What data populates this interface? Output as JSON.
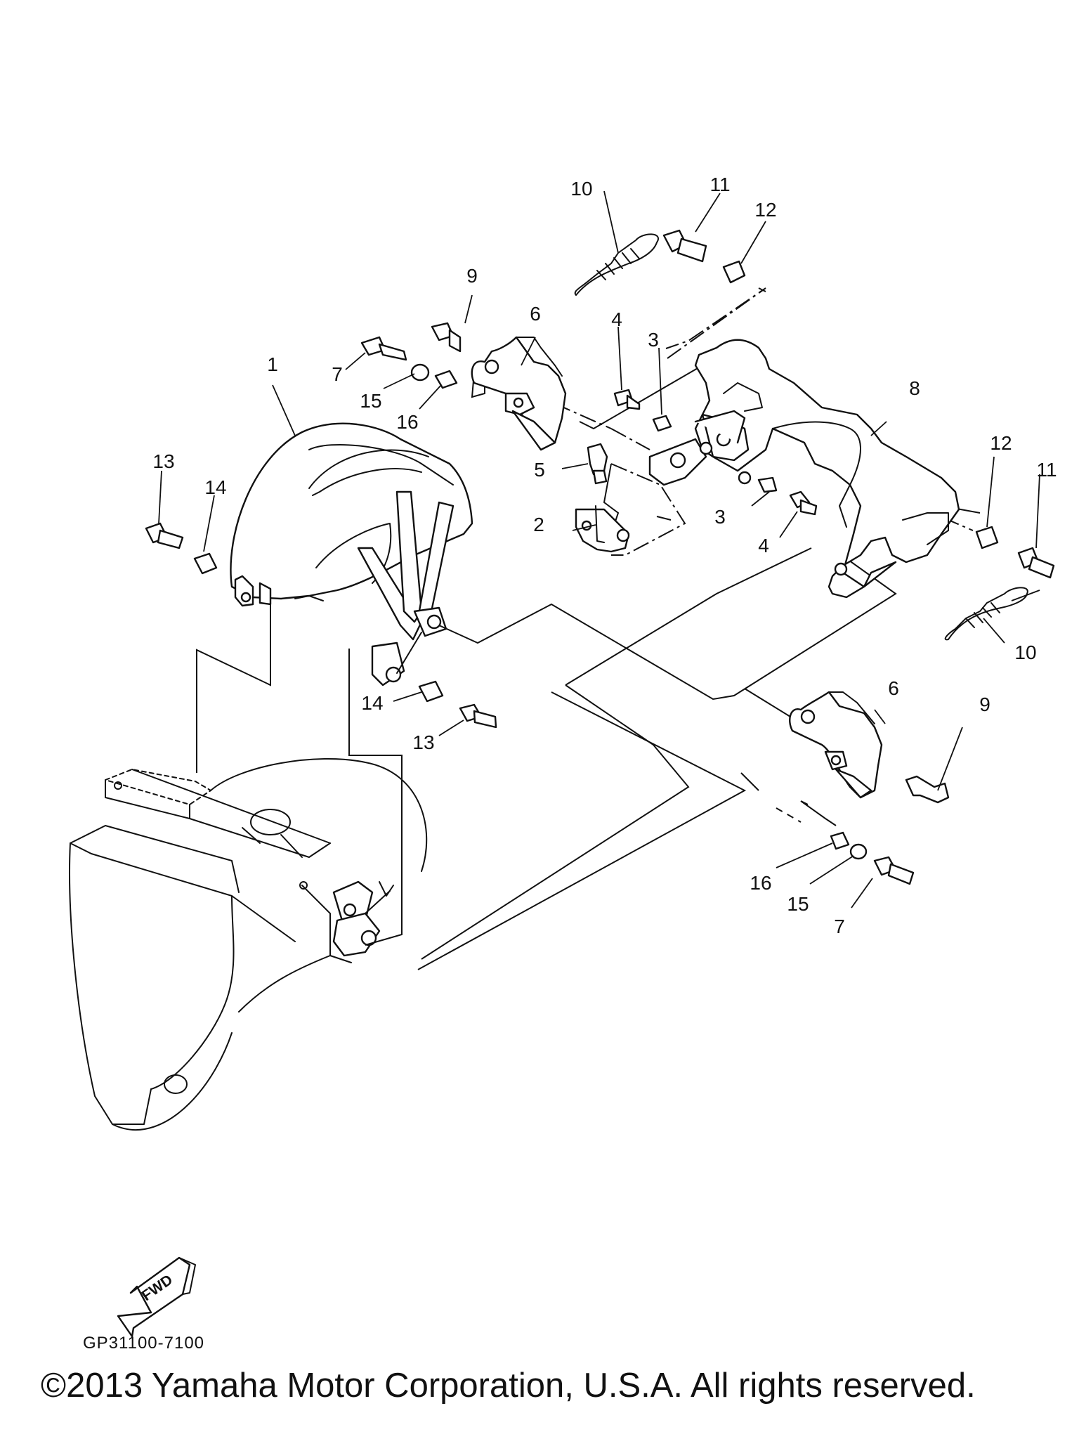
{
  "diagram": {
    "reference_code": "GP31100-7100",
    "copyright": "©2013 Yamaha Motor Corporation, U.S.A. All rights reserved.",
    "fwd_label": "FWD",
    "callouts": [
      {
        "id": "c1",
        "label": "1"
      },
      {
        "id": "c2",
        "label": "2"
      },
      {
        "id": "c3a",
        "label": "3"
      },
      {
        "id": "c3b",
        "label": "3"
      },
      {
        "id": "c4a",
        "label": "4"
      },
      {
        "id": "c4b",
        "label": "4"
      },
      {
        "id": "c5",
        "label": "5"
      },
      {
        "id": "c6a",
        "label": "6"
      },
      {
        "id": "c6b",
        "label": "6"
      },
      {
        "id": "c7a",
        "label": "7"
      },
      {
        "id": "c7b",
        "label": "7"
      },
      {
        "id": "c8",
        "label": "8"
      },
      {
        "id": "c9a",
        "label": "9"
      },
      {
        "id": "c9b",
        "label": "9"
      },
      {
        "id": "c10a",
        "label": "10"
      },
      {
        "id": "c10b",
        "label": "10"
      },
      {
        "id": "c11a",
        "label": "11"
      },
      {
        "id": "c11b",
        "label": "11"
      },
      {
        "id": "c12a",
        "label": "12"
      },
      {
        "id": "c12b",
        "label": "12"
      },
      {
        "id": "c13a",
        "label": "13"
      },
      {
        "id": "c13b",
        "label": "13"
      },
      {
        "id": "c14a",
        "label": "14"
      },
      {
        "id": "c14b",
        "label": "14"
      },
      {
        "id": "c15a",
        "label": "15"
      },
      {
        "id": "c15b",
        "label": "15"
      },
      {
        "id": "c16a",
        "label": "16"
      },
      {
        "id": "c16b",
        "label": "16"
      }
    ]
  }
}
